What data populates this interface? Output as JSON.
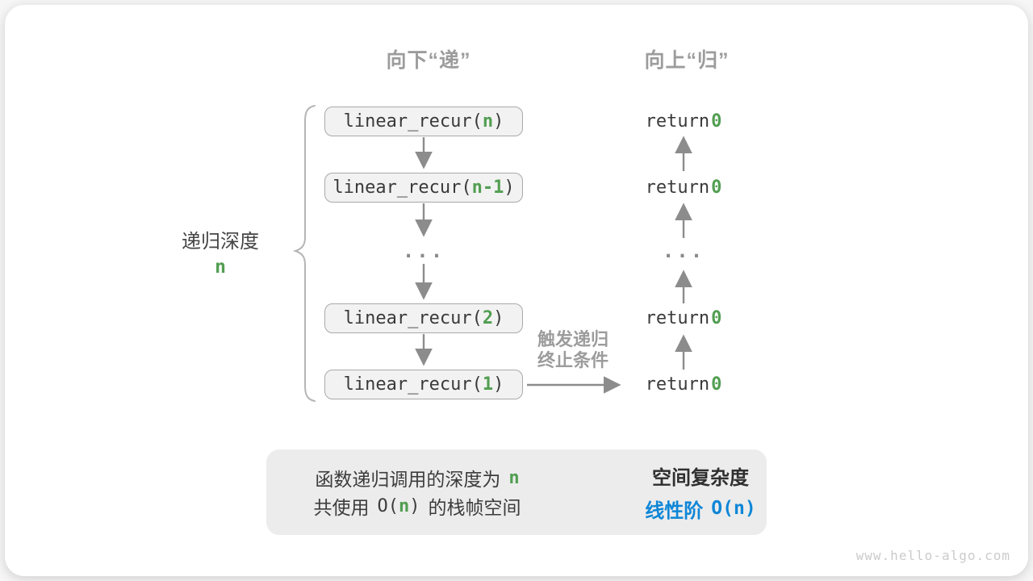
{
  "headers": {
    "down": "向下“递”",
    "up": "向上“归”"
  },
  "depth": {
    "label": "递归深度",
    "value": "n"
  },
  "calls": [
    {
      "prefix": "linear_recur(",
      "arg": "n",
      "suffix": ")"
    },
    {
      "prefix": "linear_recur(",
      "arg": "n-1",
      "suffix": ")"
    },
    {
      "prefix": "linear_recur(",
      "arg": "2",
      "suffix": ")"
    },
    {
      "prefix": "linear_recur(",
      "arg": "1",
      "suffix": ")"
    }
  ],
  "ellipsis": "...",
  "returns": [
    {
      "prefix": "return ",
      "value": "0"
    },
    {
      "prefix": "return ",
      "value": "0"
    },
    {
      "prefix": "return ",
      "value": "0"
    },
    {
      "prefix": "return ",
      "value": "0"
    }
  ],
  "base_case": {
    "line1": "触发递归",
    "line2": "终止条件"
  },
  "summary": {
    "left": {
      "line1_text": "函数递归调用的深度为",
      "line1_var": "n",
      "line2_pre": "共使用",
      "line2_open": "O(",
      "line2_var": "n",
      "line2_close": ")",
      "line2_post": "的栈帧空间"
    },
    "right": {
      "title": "空间复杂度",
      "value_text": "线性阶",
      "value_code": "O(n)"
    }
  },
  "watermark": "www.hello-algo.com",
  "colors": {
    "green": "#529e52",
    "blue": "#0e86d7",
    "arrow_gray": "#8c8c8c",
    "header_gray": "#9c9c9c",
    "box_fill": "#f2f2f2",
    "box_border": "#a9a9a9",
    "summary_bg": "#ececec",
    "watermark_gray": "#cbcbcb"
  }
}
